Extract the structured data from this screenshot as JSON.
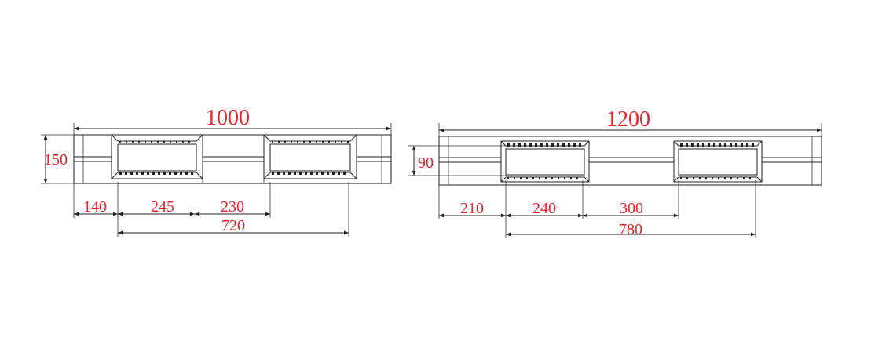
{
  "colors": {
    "dimension_text": "#e8212b",
    "line": "#222222",
    "background": "#ffffff"
  },
  "left_pallet": {
    "overall_width": "1000",
    "height": "150",
    "dim_140": "140",
    "dim_245": "245",
    "dim_230": "230",
    "dim_720": "720"
  },
  "right_pallet": {
    "overall_width": "1200",
    "height": "90",
    "dim_210": "210",
    "dim_240": "240",
    "dim_300": "300",
    "dim_780": "780"
  }
}
